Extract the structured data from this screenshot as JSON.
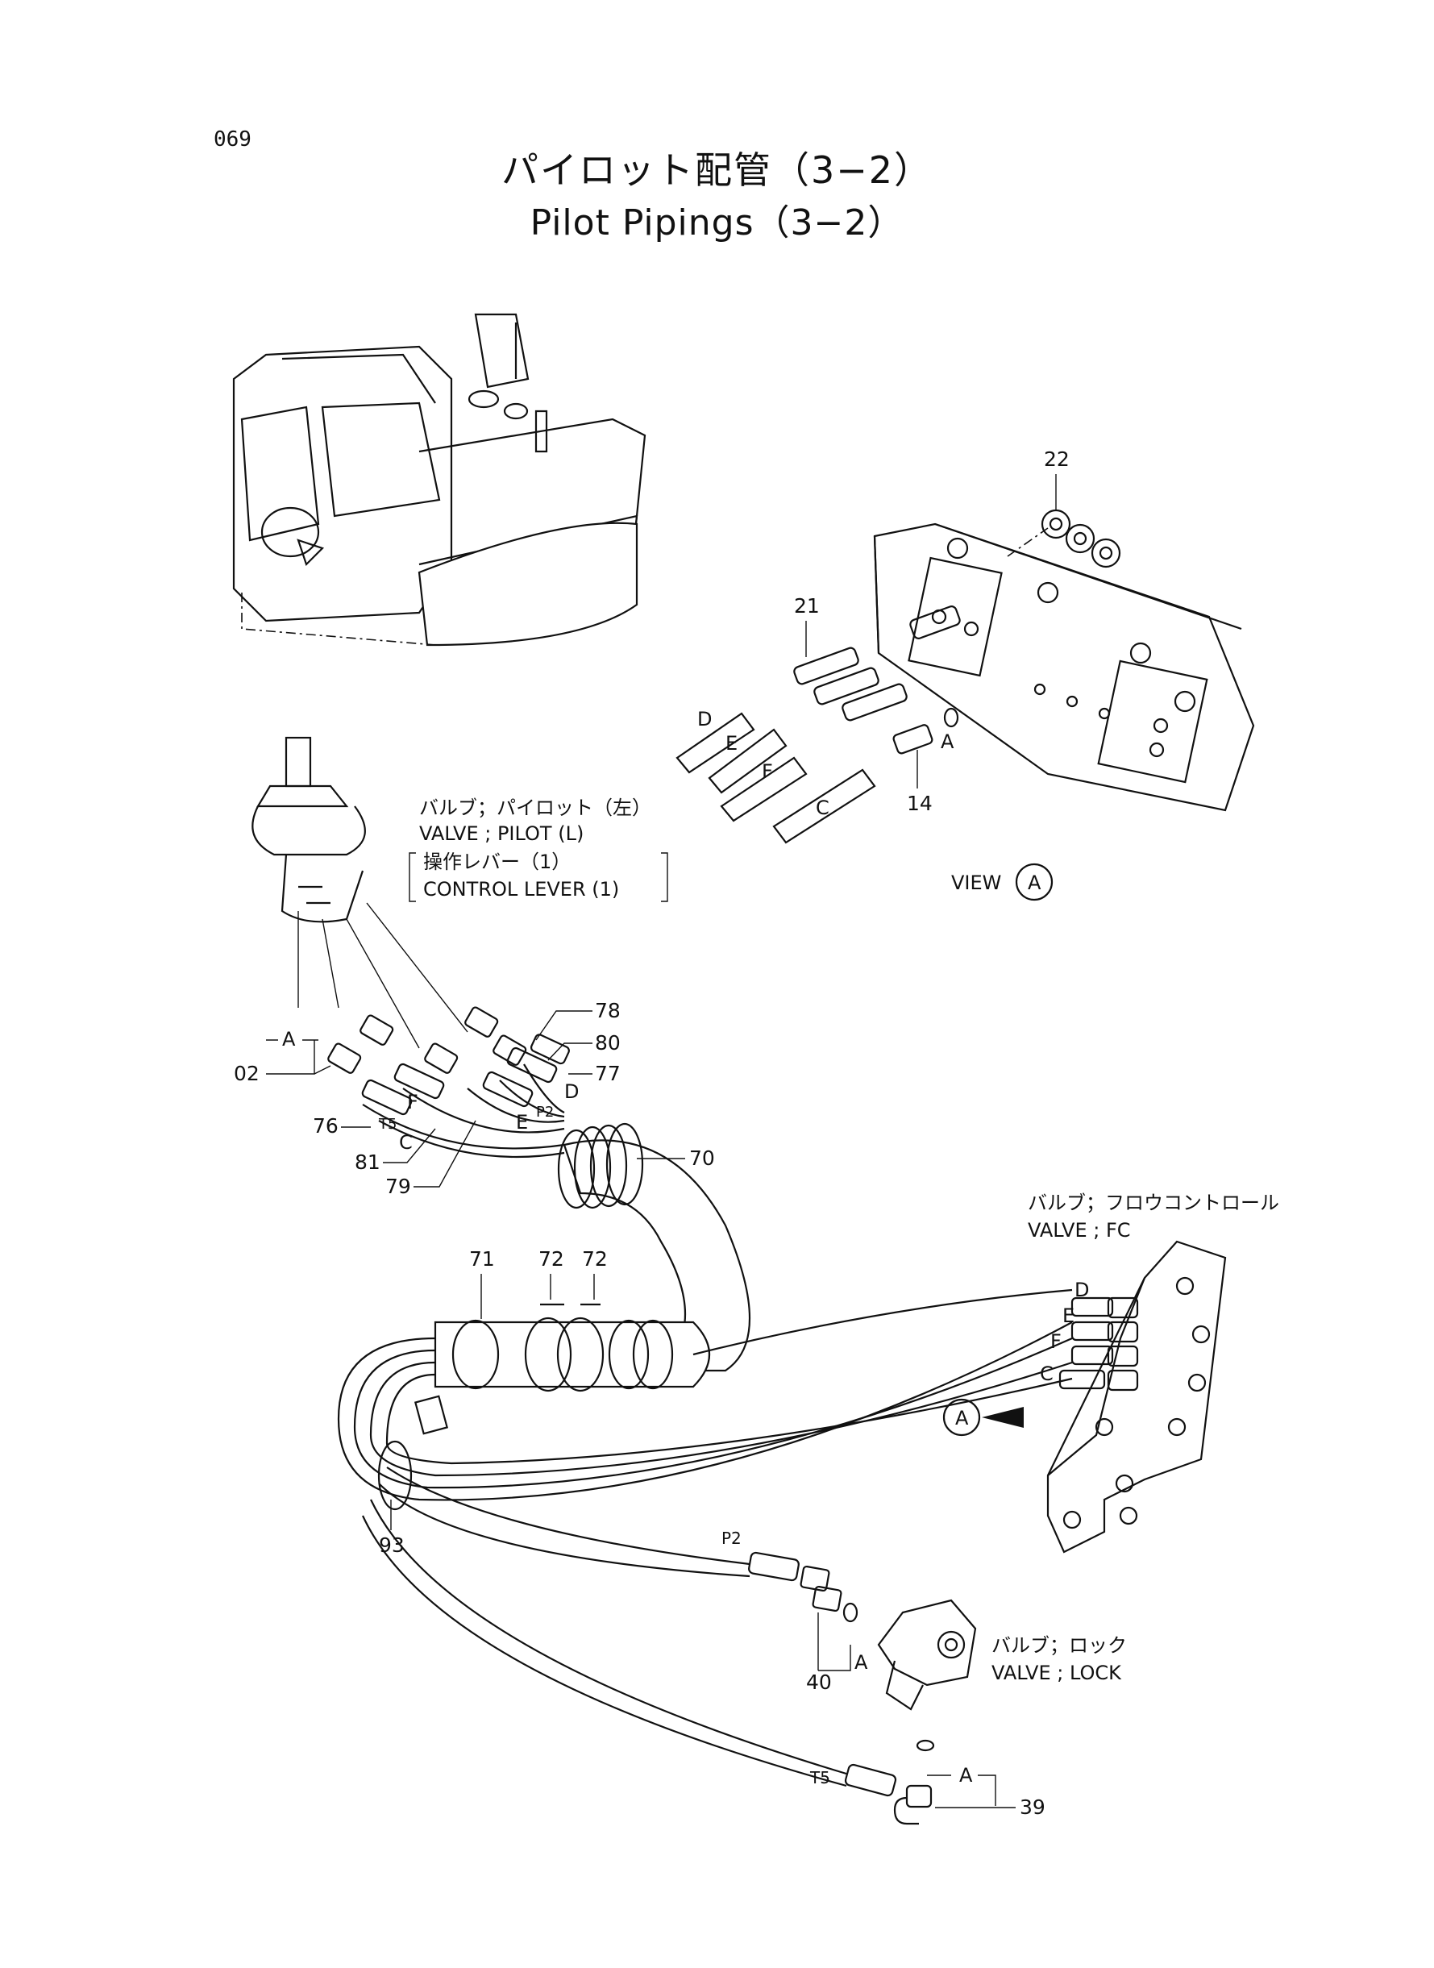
{
  "page_number": "069",
  "title_jp": "パイロット配管（3−2）",
  "title_en": "Pilot Pipings（3−2）",
  "callouts": {
    "valve_pilot_jp": "バルブ；パイロット（左）",
    "valve_pilot_en": "VALVE ; PILOT (L)",
    "control_lever_jp": "操作レバー（1）",
    "control_lever_en": "CONTROL LEVER (1)",
    "view_label": "VIEW",
    "view_circle": "A",
    "valve_fc_jp": "バルブ；フロウコントロール",
    "valve_fc_en": "VALVE ; FC",
    "valve_lock_jp": "バルブ；ロック",
    "valve_lock_en": "VALVE ; LOCK",
    "arrow_circle": "A"
  },
  "part_numbers": {
    "p22": "22",
    "p21": "21",
    "p14": "14",
    "p02": "02",
    "p76": "76",
    "p81": "81",
    "p79": "79",
    "p78": "78",
    "p80": "80",
    "p77": "77",
    "p70": "70",
    "p71": "71",
    "p72a": "72",
    "p72b": "72",
    "p93": "93",
    "p40": "40",
    "p39": "39"
  },
  "port_letters": {
    "view_D": "D",
    "view_E": "E",
    "view_F": "F",
    "view_C": "C",
    "view_A": "A",
    "pv_A": "A",
    "pv_F": "F",
    "pv_T5": "T5",
    "pv_C": "C",
    "pv_E": "E",
    "pv_P2": "P2",
    "pv_D": "D",
    "fc_D": "D",
    "fc_E": "E",
    "fc_F": "F",
    "fc_C": "C",
    "hose_P2": "P2",
    "hose_T5": "T5",
    "lock_A1": "A",
    "lock_A2": "A"
  }
}
